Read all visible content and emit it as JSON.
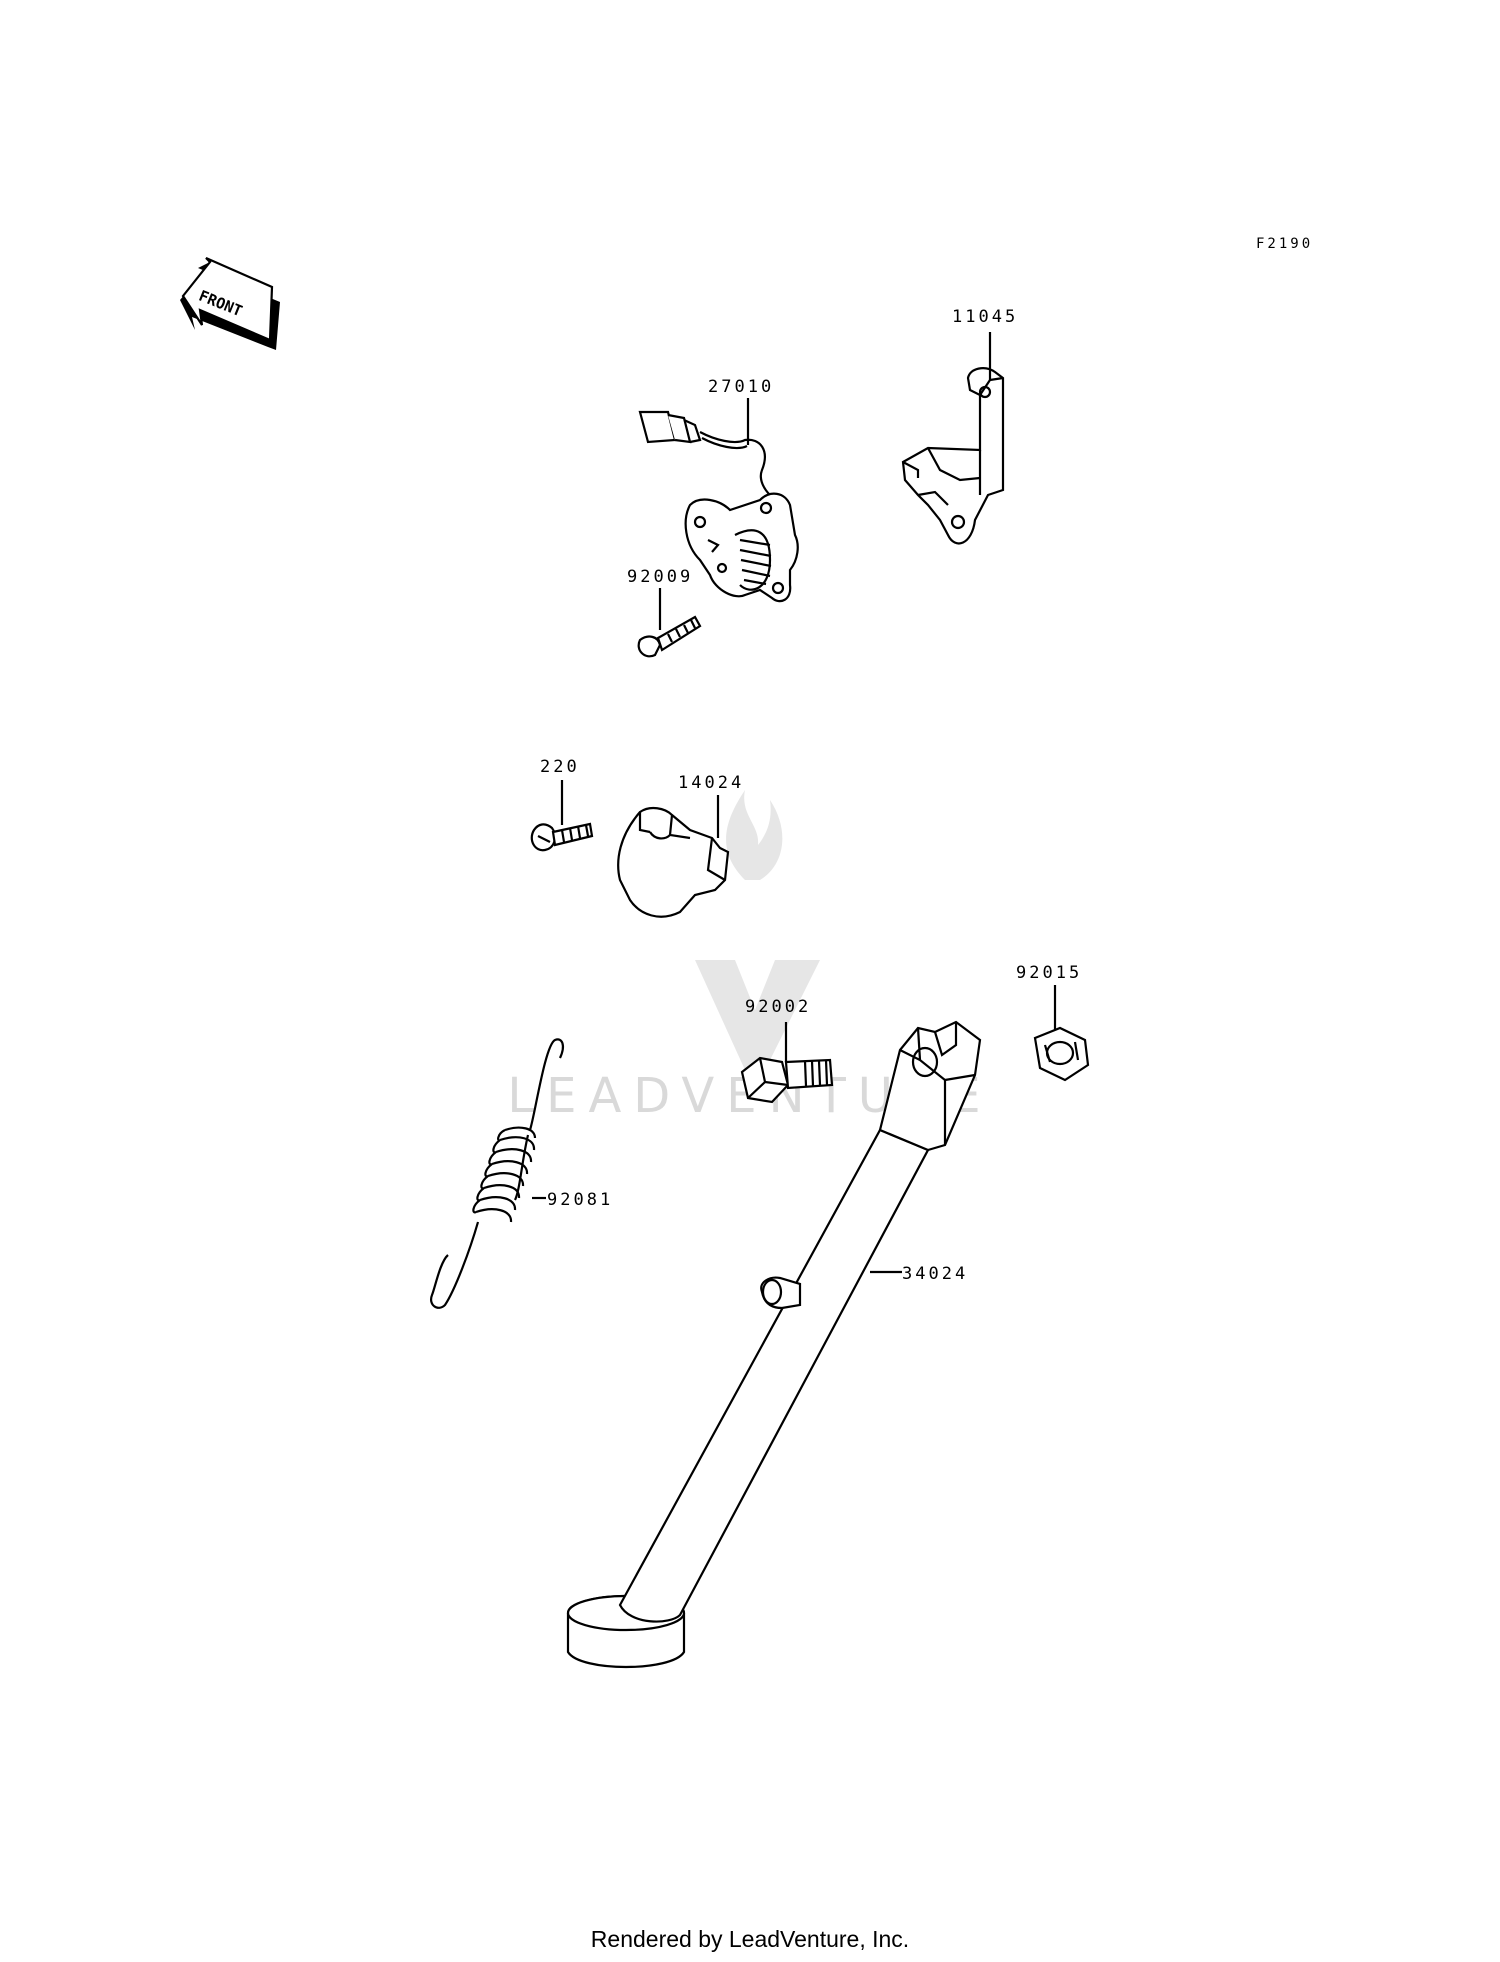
{
  "figure_code": "F2190",
  "front_label": "FRONT",
  "watermark": "LEADVENTURE",
  "parts": [
    {
      "id": "11045"
    },
    {
      "id": "27010"
    },
    {
      "id": "92009"
    },
    {
      "id": "220"
    },
    {
      "id": "14024"
    },
    {
      "id": "92015"
    },
    {
      "id": "92002"
    },
    {
      "id": "92081"
    },
    {
      "id": "34024"
    }
  ],
  "footer": "Rendered by LeadVenture, Inc."
}
